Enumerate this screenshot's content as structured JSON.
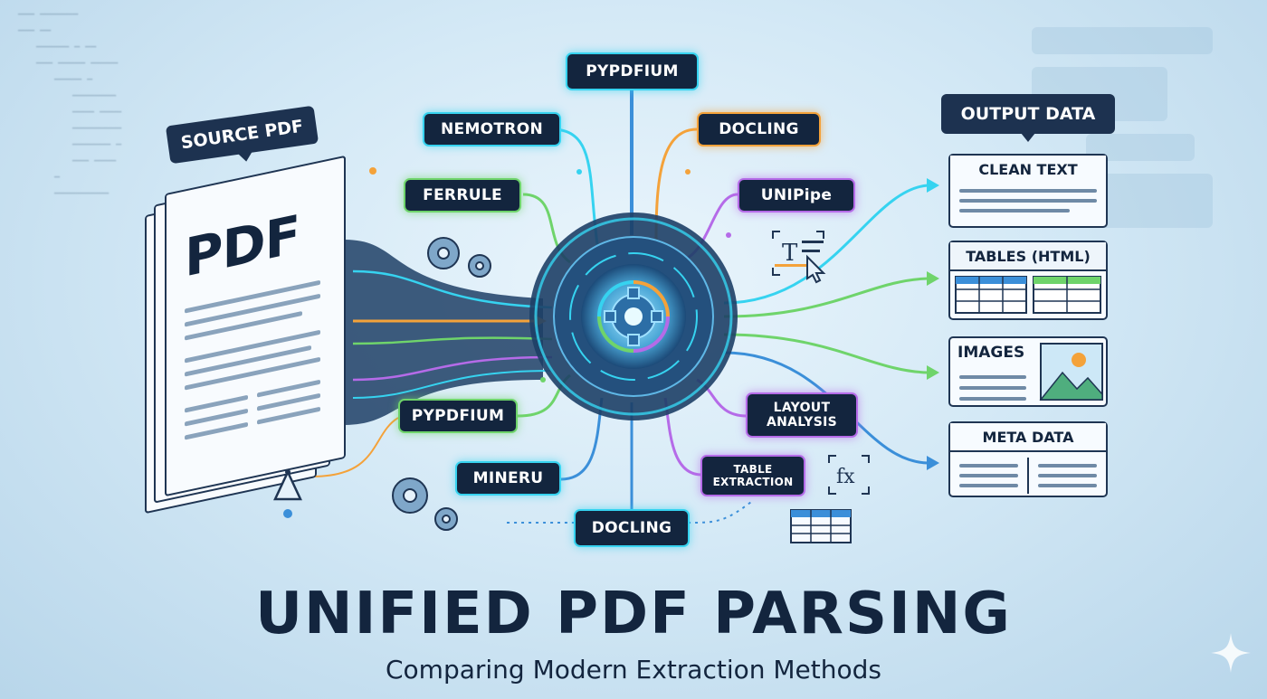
{
  "source": {
    "label": "SOURCE PDF",
    "doc_text": "PDF"
  },
  "tools": {
    "top": "PYPDFIUM",
    "nemotron": "NEMOTRON",
    "docling_top": "DOCLING",
    "ferrule": "FERRULE",
    "unipipe": "UNIPipe",
    "pypdfium_bottom": "PYPDFIUM",
    "mineru": "MINERU",
    "docling_bottom": "DOCLING",
    "layout_line1": "LAYOUT",
    "layout_line2": "ANALYSIS",
    "table_line1": "TABLE",
    "table_line2": "EXTRACTION"
  },
  "output": {
    "label": "OUTPUT DATA",
    "cards": [
      {
        "title": "CLEAN TEXT"
      },
      {
        "title": "TABLES (HTML)"
      },
      {
        "title": "IMAGES"
      },
      {
        "title": "META DATA"
      }
    ]
  },
  "title": "UNIFIED PDF PARSING",
  "subtitle": "Comparing Modern Extraction Methods",
  "colors": {
    "navy": "#13253e",
    "cyan": "#36d3f0",
    "orange": "#f4a23a",
    "green": "#6fd46b",
    "purple": "#b56be8",
    "blue": "#3b8fd9"
  }
}
